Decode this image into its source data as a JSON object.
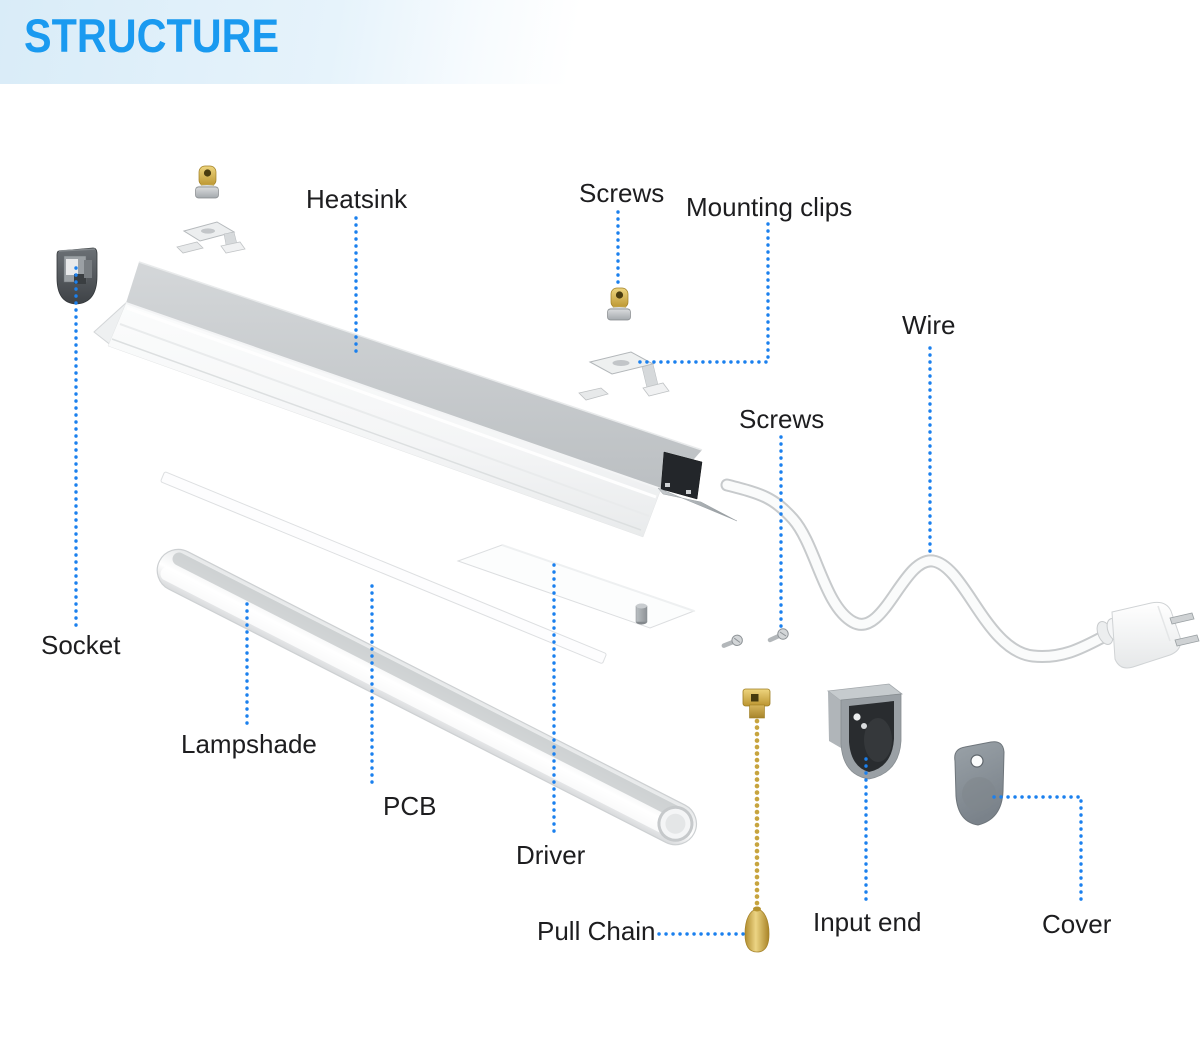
{
  "header": {
    "title": "STRUCTURE",
    "title_color": "#1a9af0",
    "band_color_left": "#d9ecf8"
  },
  "diagram": {
    "leader_color": "#1b80ee",
    "label_color": "#1d1d1f",
    "labels": {
      "heatsink": "Heatsink",
      "screws_top": "Screws",
      "mounting_clips": "Mounting clips",
      "wire": "Wire",
      "screws_mid": "Screws",
      "socket": "Socket",
      "lampshade": "Lampshade",
      "pcb": "PCB",
      "driver": "Driver",
      "pull_chain": "Pull Chain",
      "input_end": "Input end",
      "cover": "Cover"
    },
    "part_colors": {
      "brass": "#c9a23c",
      "aluminum_white": "#fafbfb",
      "gray_plastic": "#9aa0a5",
      "dark_channel": "#23262a"
    }
  }
}
